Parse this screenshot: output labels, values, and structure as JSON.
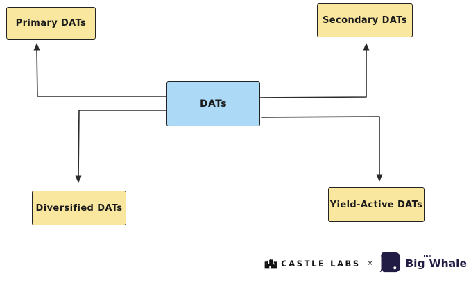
{
  "diagram": {
    "center": {
      "label": "DATs"
    },
    "nodes": {
      "primary": {
        "label": "Primary DATs"
      },
      "secondary": {
        "label": "Secondary DATs"
      },
      "diversified": {
        "label": "Diversified DATs"
      },
      "yield_active": {
        "label": "Yield-Active DATs"
      }
    },
    "colors": {
      "center_fill": "#ABD9F6",
      "node_fill": "#F9E7A0",
      "stroke": "#2b2b2b"
    }
  },
  "footer": {
    "castle_labs_label": "CASTLE LABS",
    "separator": "×",
    "big_whale": {
      "the": "The",
      "big": "Big",
      "whale": "Whale"
    },
    "icons": {
      "left": "castle-icon",
      "right": "whale-icon"
    },
    "brand_color": "#201c44"
  }
}
